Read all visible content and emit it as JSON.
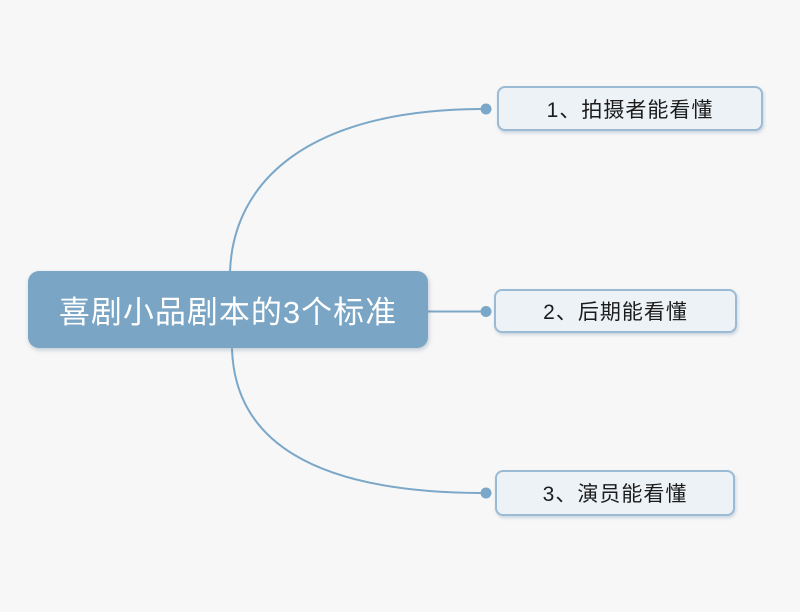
{
  "diagram": {
    "type": "mindmap",
    "root": {
      "label": "喜剧小品剧本的3个标准"
    },
    "branches": [
      {
        "label": "1、拍摄者能看懂"
      },
      {
        "label": "2、后期能看懂"
      },
      {
        "label": "3、演员能看懂"
      }
    ]
  },
  "colors": {
    "background": "#f7f7f7",
    "root_fill": "#7aa5c4",
    "root_text": "#ffffff",
    "branch_fill": "#edf2f7",
    "branch_border": "#9bbad3",
    "branch_text": "#1c1c1c",
    "connector": "#7ba7c8"
  }
}
